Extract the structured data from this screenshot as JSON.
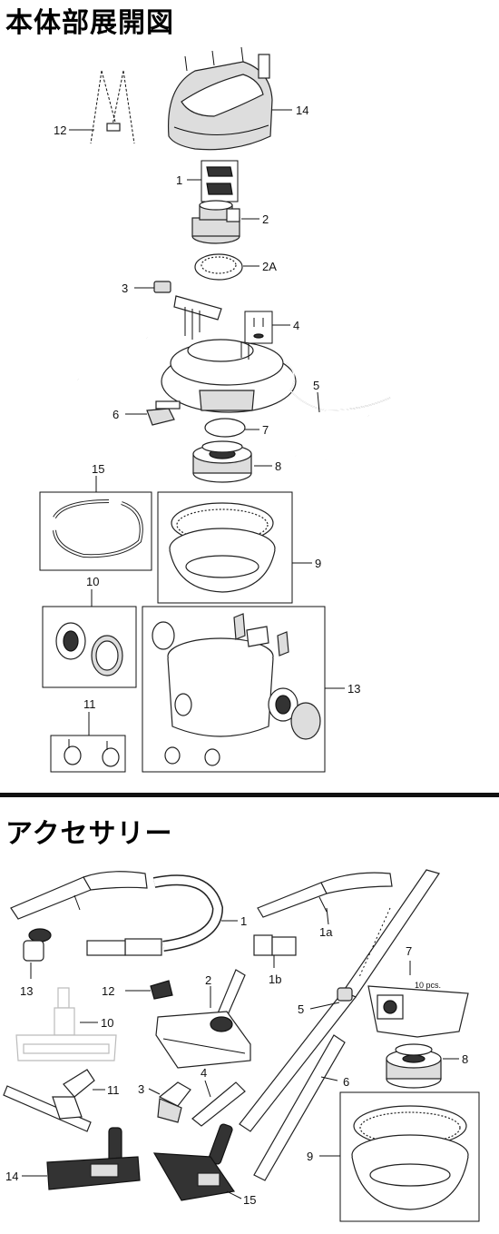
{
  "sections": {
    "body_exploded_title": "本体部展開図",
    "accessories_title": "アクセサリー"
  },
  "body_parts": {
    "p1": "1",
    "p2": "2",
    "p2a": "2A",
    "p3": "3",
    "p4": "4",
    "p5": "5",
    "p6": "6",
    "p7": "7",
    "p8": "8",
    "p9": "9",
    "p10": "10",
    "p11": "11",
    "p12": "12",
    "p13": "13",
    "p14": "14",
    "p15": "15"
  },
  "accessory_parts": {
    "a1": "1",
    "a1a": "1a",
    "a1b": "1b",
    "a2": "2",
    "a3": "3",
    "a4": "4",
    "a5": "5",
    "a6": "6",
    "a7": "7",
    "a7_note": "10 pcs.",
    "a8": "8",
    "a9": "9",
    "a10": "10",
    "a11": "11",
    "a12": "12",
    "a13": "13",
    "a14": "14",
    "a15": "15"
  }
}
